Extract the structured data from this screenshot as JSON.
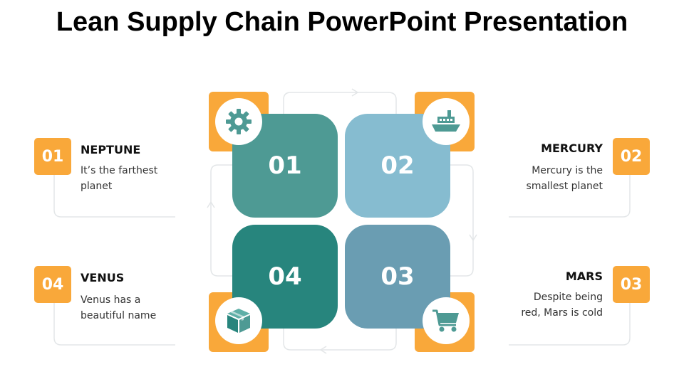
{
  "title": "Lean Supply Chain PowerPoint Presentation",
  "colors": {
    "orange": "#F9A83A",
    "tile1": "#4E9A94",
    "tile2": "#86BCD0",
    "tile3": "#6A9DB2",
    "tile4": "#27857D",
    "icon": "#4E9A94"
  },
  "tiles": [
    {
      "label": "01",
      "icon": "gear-icon"
    },
    {
      "label": "02",
      "icon": "ship-icon"
    },
    {
      "label": "03",
      "icon": "cart-icon"
    },
    {
      "label": "04",
      "icon": "box-icon"
    }
  ],
  "items": [
    {
      "badge": "01",
      "heading": "NEPTUNE",
      "desc": [
        "It’s the farthest",
        "planet"
      ]
    },
    {
      "badge": "02",
      "heading": "MERCURY",
      "desc": [
        "Mercury is the",
        "smallest planet"
      ]
    },
    {
      "badge": "03",
      "heading": "MARS",
      "desc": [
        "Despite being",
        "red, Mars is cold"
      ]
    },
    {
      "badge": "04",
      "heading": "VENUS",
      "desc": [
        "Venus has a",
        "beautiful name"
      ]
    }
  ]
}
